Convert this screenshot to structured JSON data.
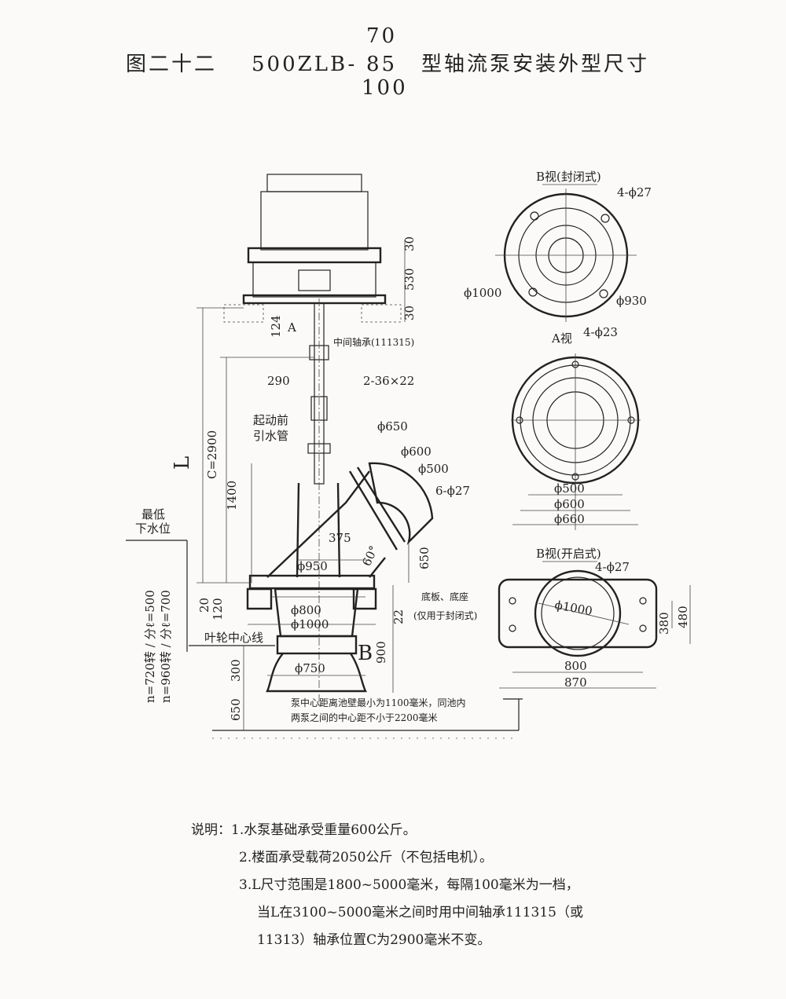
{
  "title": {
    "figure": "图二十二",
    "model_prefix": "500ZLB-",
    "model_variants": [
      "70",
      "85",
      "100"
    ],
    "description": "型轴流泵安装外型尺寸"
  },
  "views": {
    "b_closed": "B视(封闭式)",
    "a_view": "A视",
    "b_open": "B视(开启式)"
  },
  "dimensions": {
    "d30_top": "30",
    "d530": "530",
    "d30_bot": "30",
    "d124": "124",
    "d290": "290",
    "bearing": "中间轴承(111315)",
    "bolts_2_36x22": "2-36×22",
    "C": "C=2900",
    "L": "L",
    "d1400": "1400",
    "priming": [
      "起动前",
      "引水管"
    ],
    "phi650": "ϕ650",
    "phi600": "ϕ600",
    "phi500": "ϕ500",
    "holes_6_27": "6-ϕ27",
    "d375": "375",
    "d650_outlet": "650",
    "angle60": "60°",
    "phi950": "ϕ950",
    "base_label": "底板、底座",
    "base_note": "(仅用于封闭式)",
    "phi800": "ϕ800",
    "phi1000": "ϕ1000",
    "d22": "22",
    "d20": "20",
    "d120": "120",
    "impeller_center": "叶轮中心线",
    "B": "B",
    "A": "A",
    "d900": "900",
    "phi750": "ϕ750",
    "d300": "300",
    "d650_bottom": "650",
    "min_water": [
      "最低",
      "下水位"
    ],
    "speed1": "n=720转 / 分ℓ=500",
    "speed2": "n=960转 / 分ℓ=700",
    "spacing_note": [
      "泵中心距离池壁最小为1100毫米，同池内",
      "两泵之间的中心距不小于2200毫米"
    ],
    "b_closed_holes": "4-ϕ27",
    "b_closed_phi1000": "ϕ1000",
    "b_closed_phi930": "ϕ930",
    "a_holes": "4-ϕ23",
    "a_phi500": "ϕ500",
    "a_phi600": "ϕ600",
    "a_phi660": "ϕ660",
    "b_open_holes": "4-ϕ27",
    "b_open_phi1000": "ϕ1000",
    "b_open_380": "380",
    "b_open_480": "480",
    "b_open_800": "800",
    "b_open_870": "870"
  },
  "notes": {
    "label": "说明：",
    "items": [
      "1.水泵基础承受重量600公斤。",
      "2.楼面承受载荷2050公斤（不包括电机）。",
      "3.L尺寸范围是1800~5000毫米，每隔100毫米为一档，",
      "当L在3100~5000毫米之间时用中间轴承111315（或",
      "11313）轴承位置C为2900毫米不变。"
    ]
  }
}
